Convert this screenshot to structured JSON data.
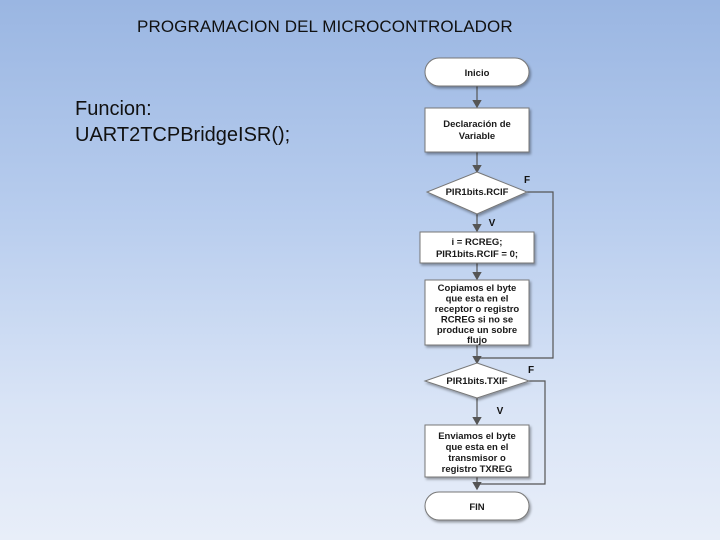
{
  "slide": {
    "title": "PROGRAMACION DEL MICROCONTROLADOR",
    "funcion_label": "Funcion:",
    "funcion_name": "UART2TCPBridgeISR();"
  },
  "flowchart": {
    "start": "Inicio",
    "declare": [
      "Declaración de",
      "Variable"
    ],
    "decision1": "PIR1bits.RCIF",
    "decision1_false": "F",
    "decision1_true": "V",
    "assign": [
      "i = RCREG;",
      "PIR1bits.RCIF = 0;"
    ],
    "copy": [
      "Copiamos el byte",
      "que esta en el",
      "receptor o registro",
      "RCREG si no se",
      "produce un sobre",
      "flujo"
    ],
    "decision2": "PIR1bits.TXIF",
    "decision2_false": "F",
    "decision2_true": "V",
    "send": [
      "Enviamos el byte",
      "que esta en el",
      "transmisor o",
      "registro TXREG"
    ],
    "end": "FIN"
  }
}
